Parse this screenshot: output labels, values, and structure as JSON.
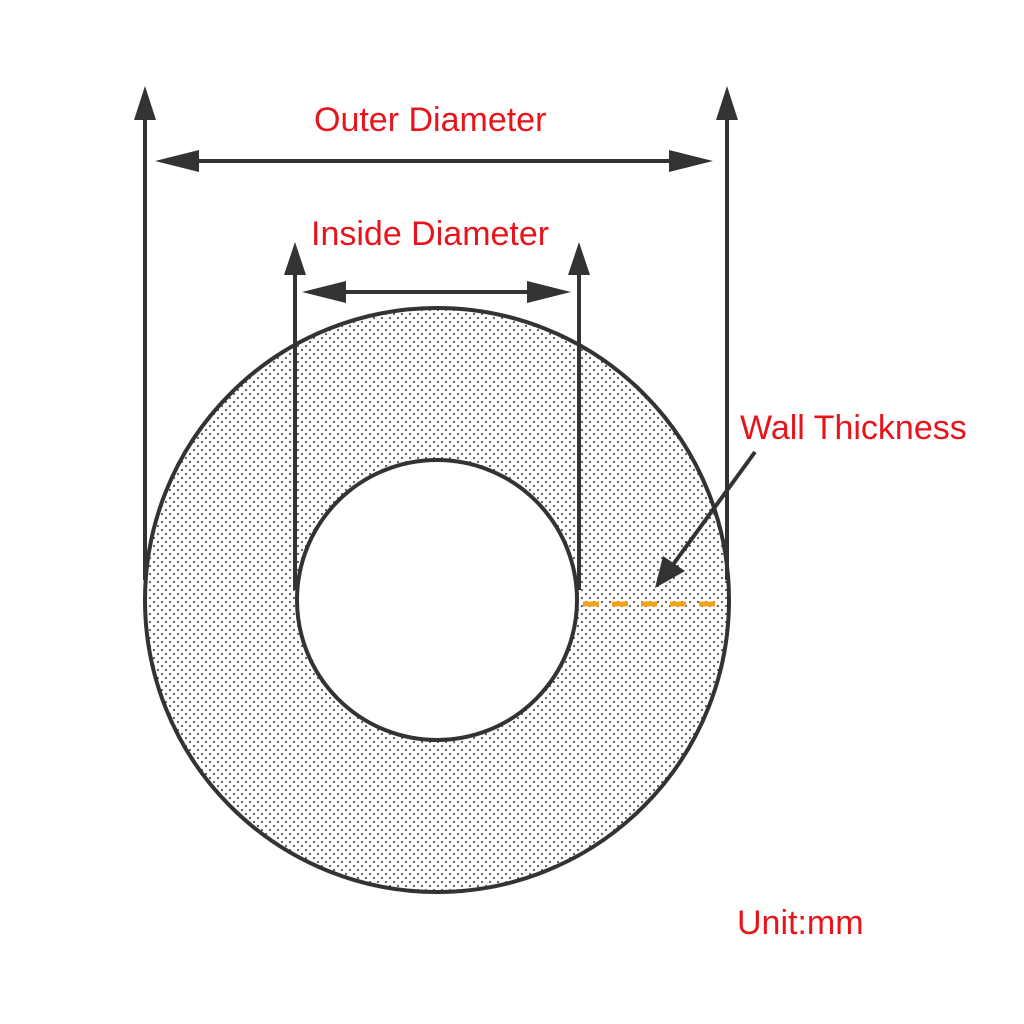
{
  "labels": {
    "outer_diameter": "Outer Diameter",
    "inside_diameter": "Inside Diameter",
    "wall_thickness": "Wall Thickness",
    "unit": "Unit:mm"
  },
  "colors": {
    "label_text": "#e8141b",
    "line": "#333333",
    "fill_dots": "#555555",
    "wall_dash": "#f2a31b",
    "background": "#ffffff"
  }
}
